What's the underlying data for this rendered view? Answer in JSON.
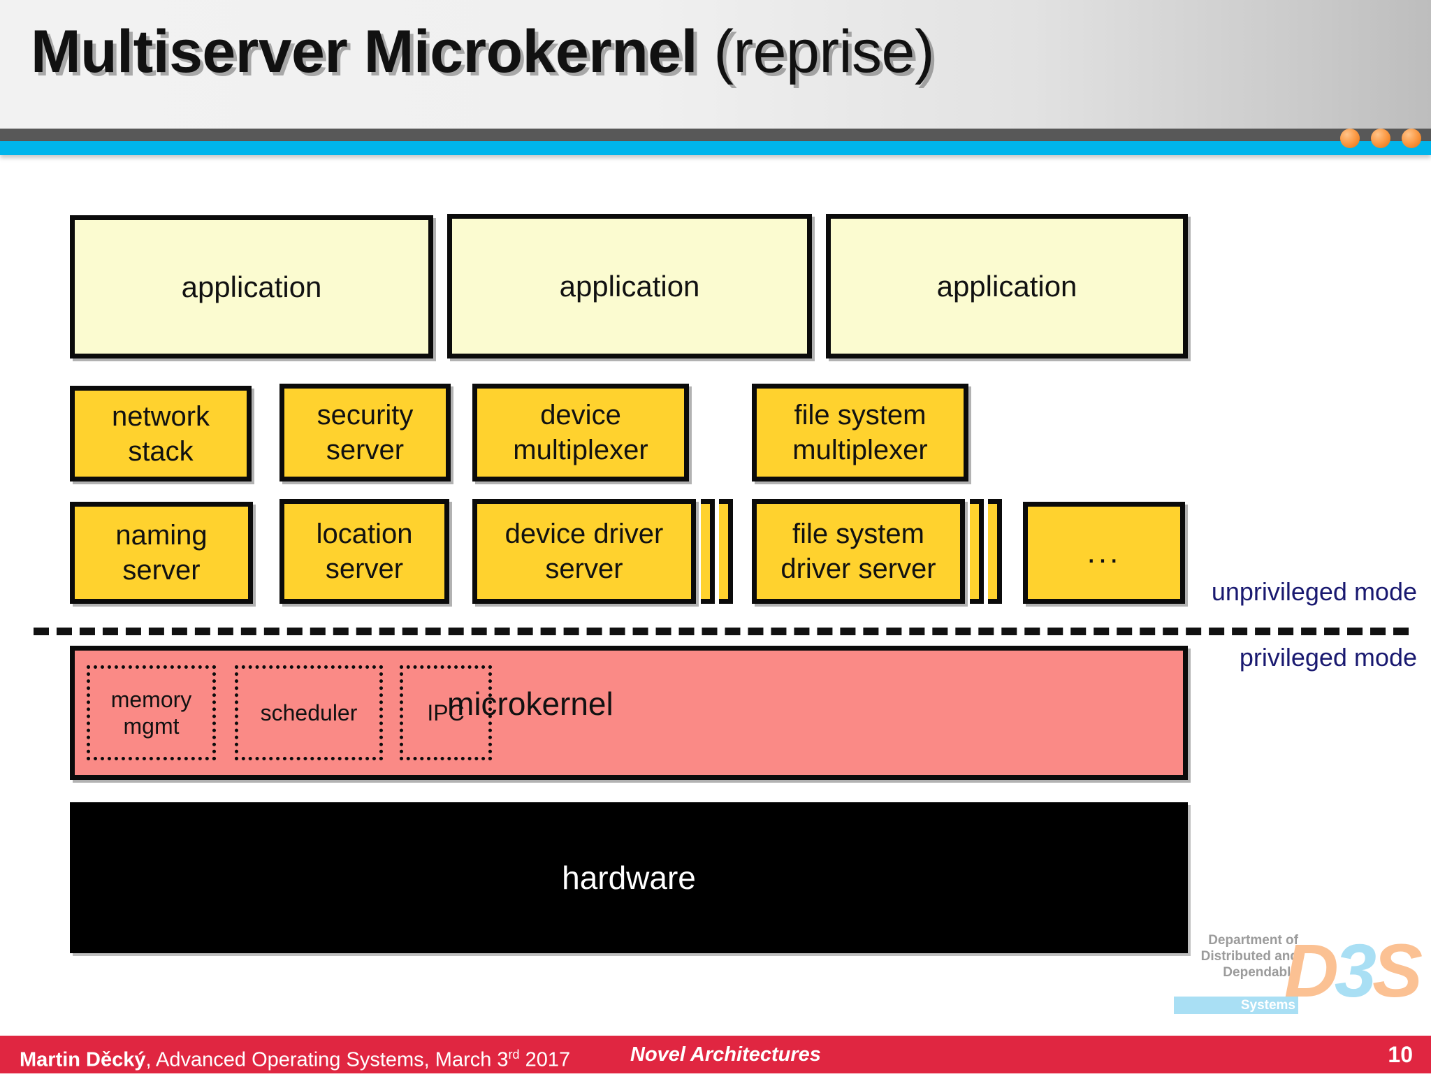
{
  "slide": {
    "title_bold": "Multiserver Microkernel",
    "title_light": " (reprise)",
    "accent_cyan": "#00b5ec",
    "accent_dark": "#585858",
    "accent_orange": "#fb9a45",
    "footer_red": "#e02641"
  },
  "diagram": {
    "applications": [
      {
        "label": "application"
      },
      {
        "label": "application"
      },
      {
        "label": "application"
      }
    ],
    "servers_row1": [
      {
        "label": "network\nstack",
        "line1": "network",
        "line2": "stack"
      },
      {
        "label": "security\nserver",
        "line1": "security",
        "line2": "server"
      },
      {
        "label": "device\nmultiplexer",
        "line1": "device",
        "line2": "multiplexer"
      },
      {
        "label": "file system\nmultiplexer",
        "line1": "file system",
        "line2": "multiplexer"
      }
    ],
    "servers_row2": [
      {
        "line1": "naming",
        "line2": "server",
        "stacked": false
      },
      {
        "line1": "location",
        "line2": "server",
        "stacked": false
      },
      {
        "line1": "device driver",
        "line2": "server",
        "stacked": true
      },
      {
        "line1": "file system",
        "line2": "driver server",
        "stacked": true
      },
      {
        "line1": "...",
        "line2": "",
        "stacked": false
      }
    ],
    "mode_labels": {
      "unprivileged": "unprivileged mode",
      "privileged": "privileged mode"
    },
    "kernel": {
      "name": "microkernel",
      "components": [
        {
          "line1": "memory",
          "line2": "mgmt"
        },
        {
          "line1": "scheduler",
          "line2": ""
        },
        {
          "line1": "IPC",
          "line2": ""
        }
      ],
      "fill_color": "#fa8a86"
    },
    "hardware": {
      "label": "hardware",
      "fill_color": "#000000"
    },
    "box_colors": {
      "application_fill": "#fbfbd0",
      "server_fill": "#ffd22e",
      "border": "#0b0b0b"
    }
  },
  "logo": {
    "line1": "Department of",
    "line2": "Distributed and",
    "line3": "Dependable",
    "line4": "Systems",
    "mark_d": "D",
    "mark_3": "3",
    "mark_s": "S"
  },
  "footer": {
    "author": "Martin Děcký",
    "course": ", Advanced Operating Systems, March 3",
    "ordinal": "rd",
    "year": " 2017",
    "section": "Novel Architectures",
    "page": "10"
  }
}
